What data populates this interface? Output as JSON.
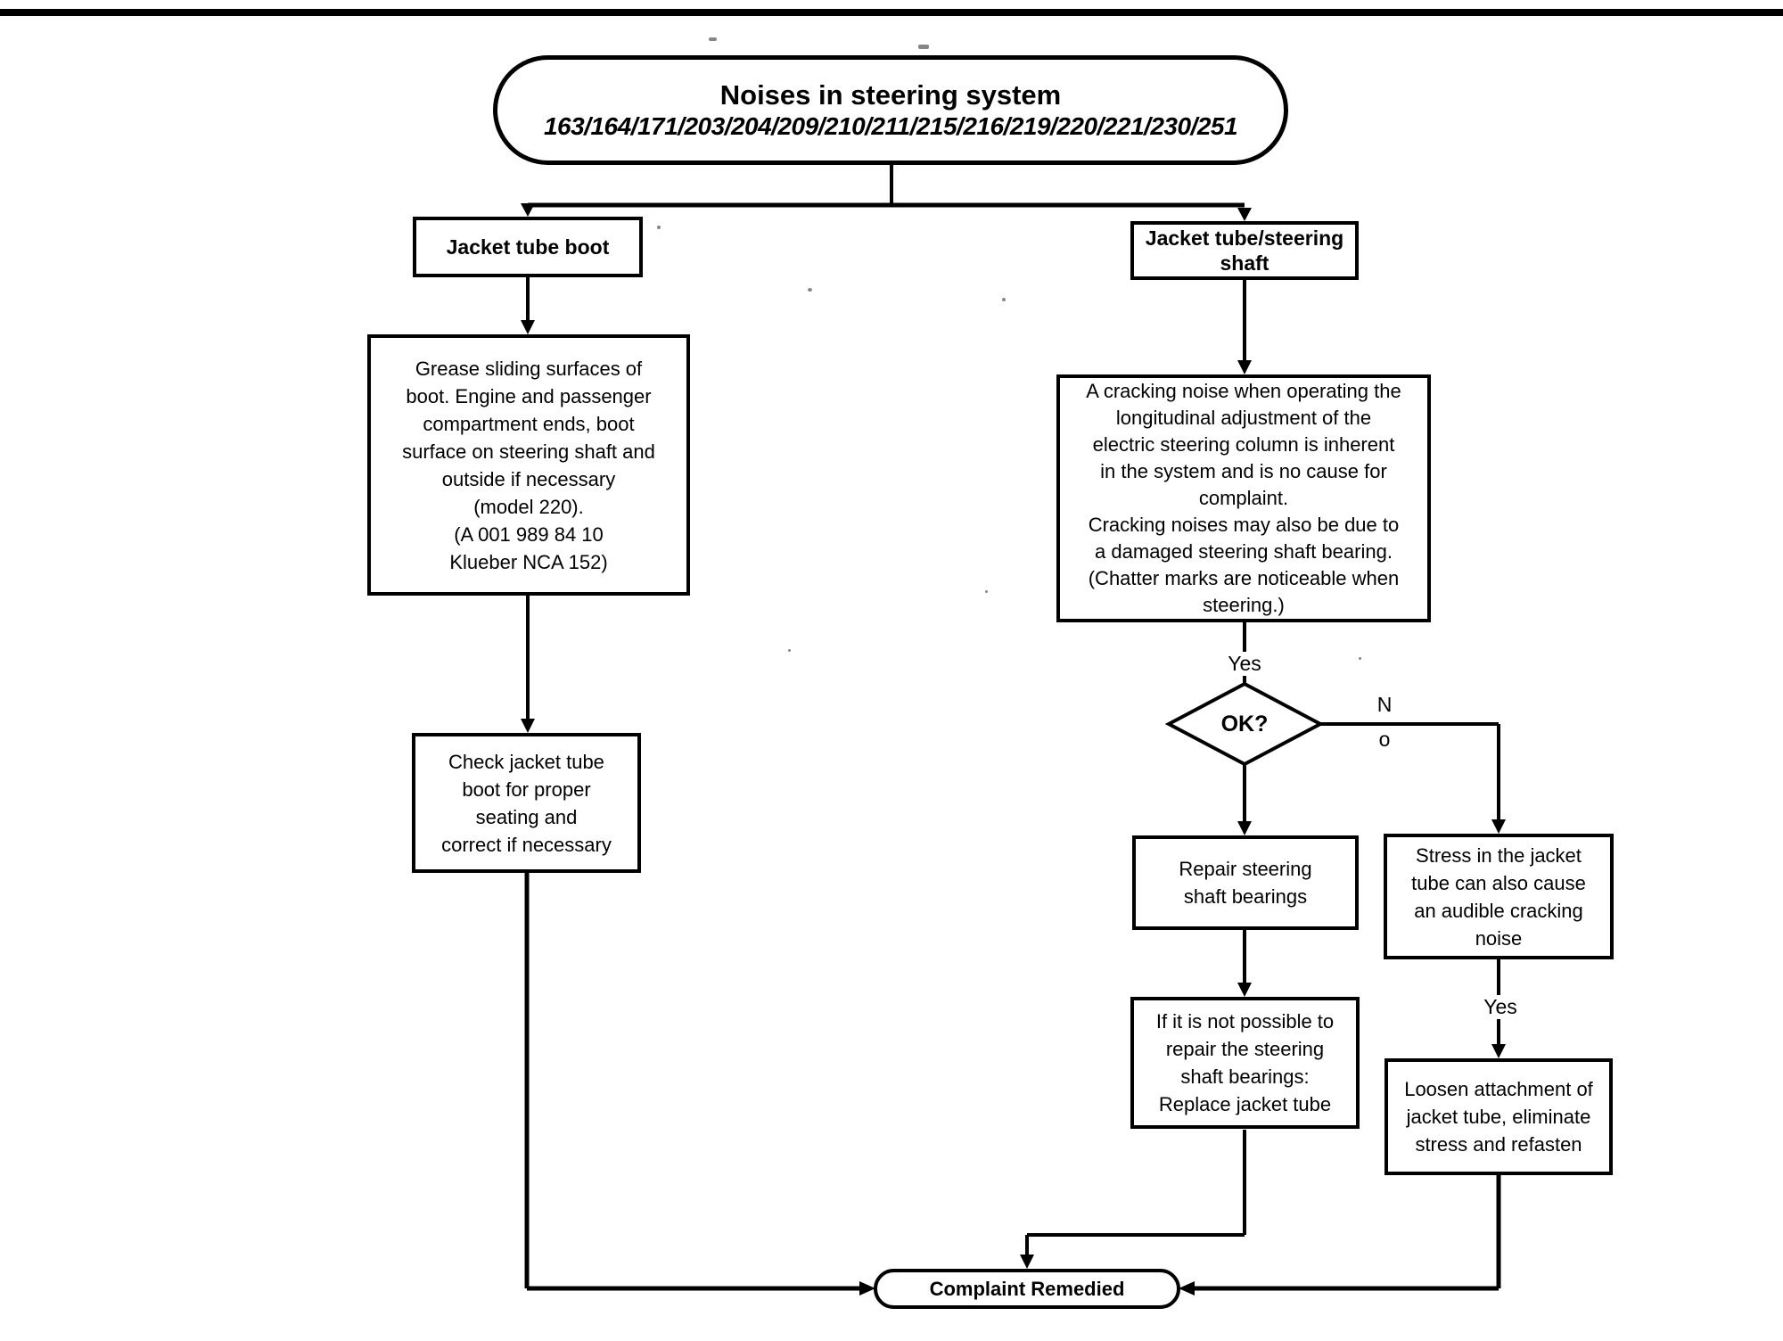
{
  "colors": {
    "ink": "#000000",
    "paper": "#ffffff"
  },
  "title": {
    "line1": "Noises in steering system",
    "line2": "163/164/171/203/204/209/210/211/215/216/219/220/221/230/251"
  },
  "branches": {
    "left": {
      "header": "Jacket tube boot",
      "grease_step": "Grease sliding surfaces of\nboot. Engine and passenger\ncompartment ends, boot\nsurface on steering shaft and\noutside if necessary\n(model 220).\n(A 001 989 84 10\nKlueber NCA 152)",
      "check_step": "Check jacket tube\nboot for proper\nseating and\ncorrect if necessary"
    },
    "right": {
      "header": "Jacket tube/steering\nshaft",
      "note": "A cracking noise when operating the\nlongitudinal adjustment of the\nelectric steering column is inherent\nin the system and is no cause for\ncomplaint.\nCracking noises may also be due to\na damaged steering shaft bearing.\n(Chatter marks are noticeable when\nsteering.)",
      "decision": "OK?",
      "decision_yes_label": "Yes",
      "decision_no_label_top": "N",
      "decision_no_label_bottom": "o",
      "repair_step": "Repair steering\nshaft bearings",
      "replace_step": "If it is not possible to\nrepair the steering\nshaft bearings:\nReplace jacket tube",
      "stress_note": "Stress in the jacket\ntube can also cause\nan audible cracking\nnoise",
      "stress_yes_label": "Yes",
      "loosen_step": "Loosen attachment of\njacket tube, eliminate\nstress and refasten"
    }
  },
  "end": {
    "label": "Complaint Remedied"
  }
}
